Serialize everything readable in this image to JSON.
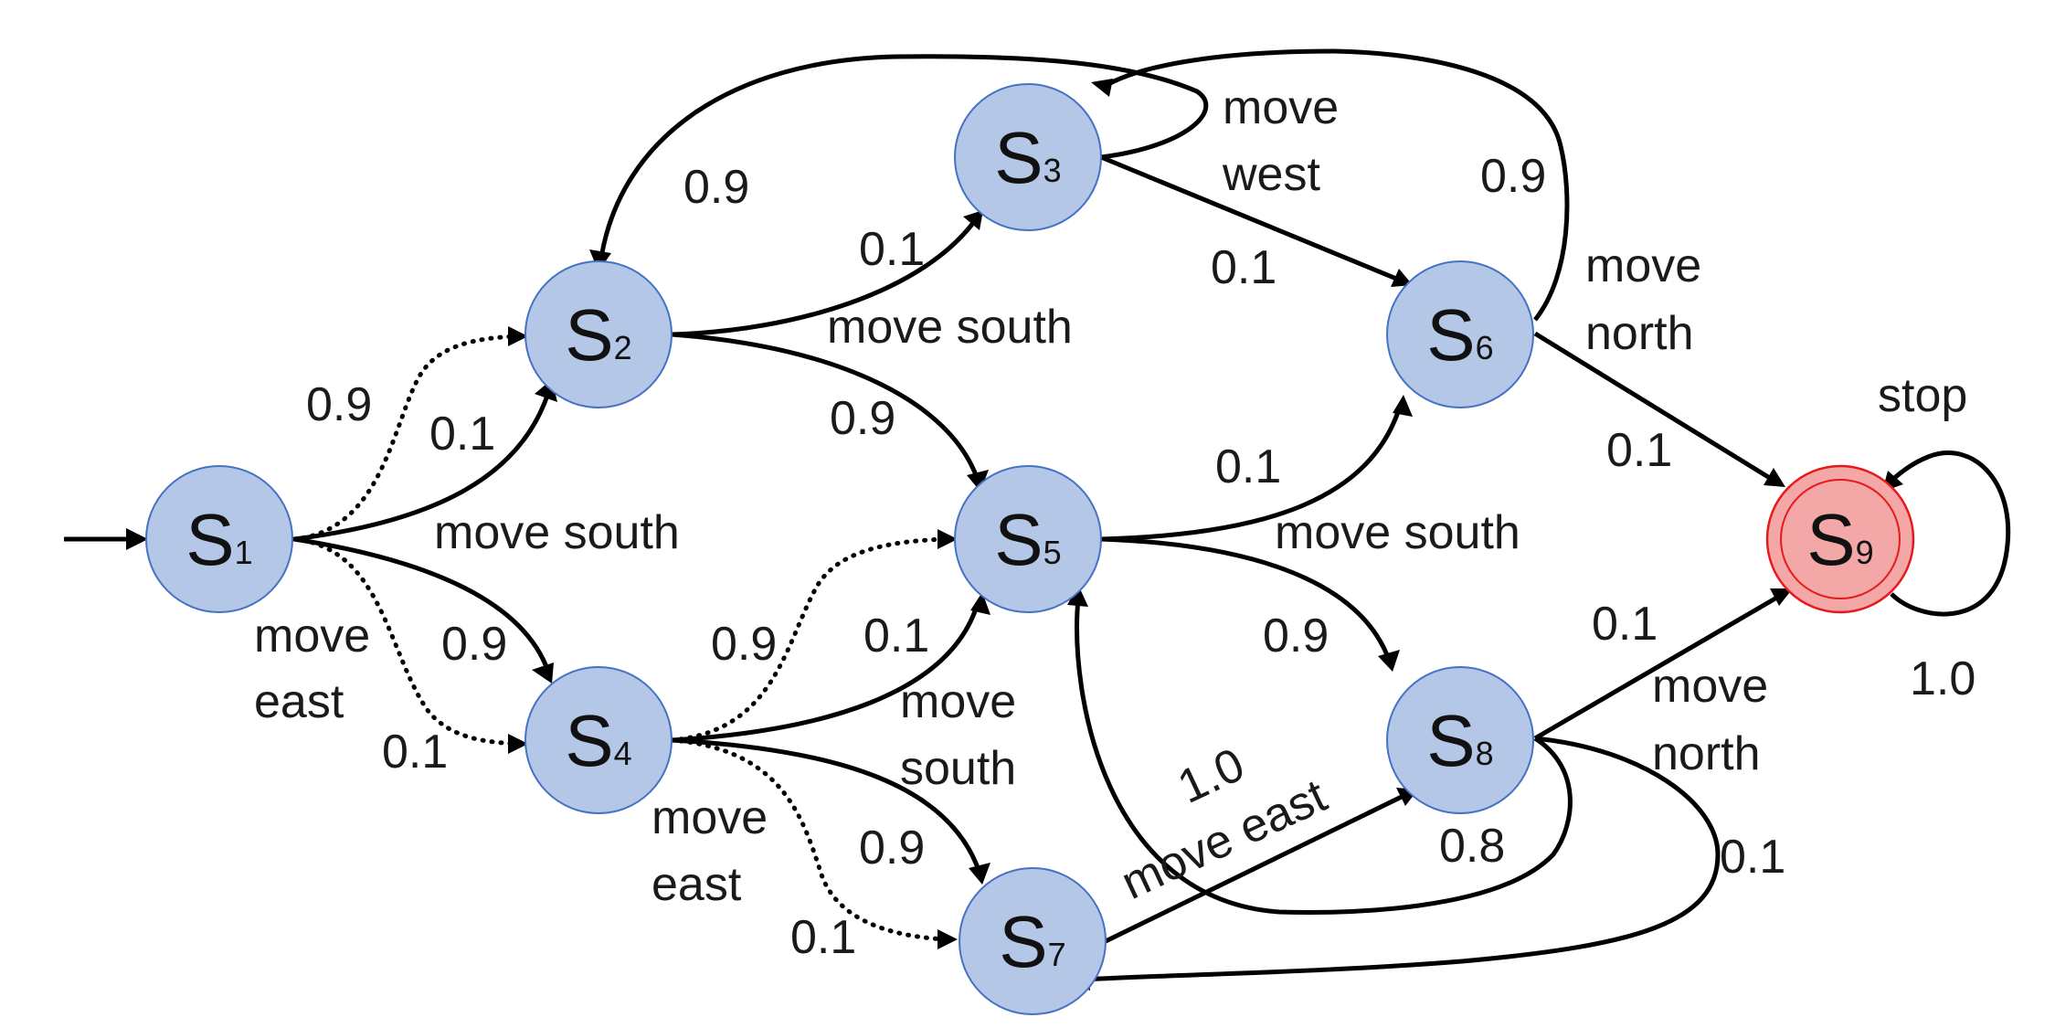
{
  "states": {
    "s1": {
      "letter": "S",
      "index": "1"
    },
    "s2": {
      "letter": "S",
      "index": "2"
    },
    "s3": {
      "letter": "S",
      "index": "3"
    },
    "s4": {
      "letter": "S",
      "index": "4"
    },
    "s5": {
      "letter": "S",
      "index": "5"
    },
    "s6": {
      "letter": "S",
      "index": "6"
    },
    "s7": {
      "letter": "S",
      "index": "7"
    },
    "s8": {
      "letter": "S",
      "index": "8"
    },
    "s9": {
      "letter": "S",
      "index": "9",
      "final": true
    }
  },
  "labels": {
    "s1_south_action": "move south",
    "s1_south_p_s2": "0.1",
    "s1_south_p_s4": "0.9",
    "s1_east_action_1": "move",
    "s1_east_action_2": "east",
    "s1_east_p_s2": "0.9",
    "s1_east_p_s4": "0.1",
    "s2_south_action": "move south",
    "s2_south_p_s3": "0.1",
    "s2_south_p_s5": "0.9",
    "s3_west_action_1": "move",
    "s3_west_action_2": "west",
    "s3_west_p_s2": "0.9",
    "s3_west_p_s6": "0.1",
    "s4_south_action_1": "move",
    "s4_south_action_2": "south",
    "s4_south_p_s5": "0.1",
    "s4_south_p_s7": "0.9",
    "s4_east_action_1": "move",
    "s4_east_action_2": "east",
    "s4_east_p_s5": "0.9",
    "s4_east_p_s7": "0.1",
    "s5_south_action": "move south",
    "s5_south_p_s6": "0.1",
    "s5_south_p_s8": "0.9",
    "s6_north_action_1": "move",
    "s6_north_action_2": "north",
    "s6_north_p_s3": "0.9",
    "s6_north_p_s9": "0.1",
    "s7_east_action": "move east",
    "s7_east_p_s8": "1.0",
    "s8_north_action_1": "move",
    "s8_north_action_2": "north",
    "s8_north_p_s9": "0.1",
    "s8_north_p_s5": "0.8",
    "s8_north_p_s7": "0.1",
    "s9_stop_action": "stop",
    "s9_stop_p": "1.0"
  },
  "colors": {
    "state_fill": "#b4c7e7",
    "state_stroke": "#4472c4",
    "final_fill": "#f4a7a7",
    "final_stroke": "#e8191d",
    "edge": "#000000"
  }
}
